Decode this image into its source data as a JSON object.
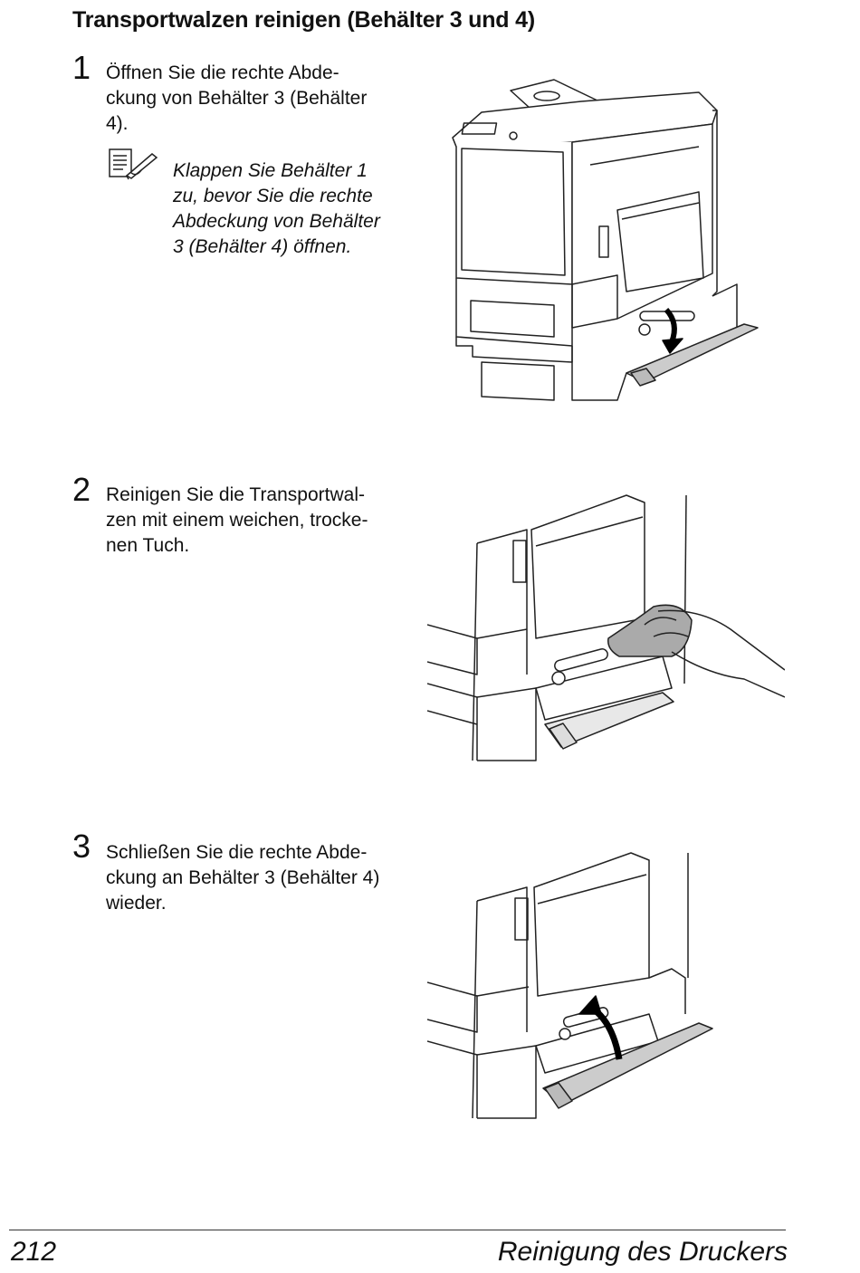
{
  "heading": "Transportwalzen reinigen (Behälter 3 und 4)",
  "steps": [
    {
      "number": "1",
      "text": "Öffnen Sie die rechte Abde-\nckung von Behälter 3 (Behälter\n4)."
    },
    {
      "number": "2",
      "text": "Reinigen Sie die Transportwal-\nzen mit einem weichen, trocke-\nnen Tuch."
    },
    {
      "number": "3",
      "text": "Schließen Sie die rechte Abde-\nckung an Behälter 3 (Behälter 4)\nwieder."
    }
  ],
  "note": {
    "icon": "note-pencil-icon",
    "text": "Klappen Sie Behälter 1\nzu, bevor Sie die rechte\nAbdeckung von Behälter\n3 (Behälter 4) öffnen."
  },
  "footer": {
    "page_number": "212",
    "chapter": "Reinigung des Druckers"
  }
}
